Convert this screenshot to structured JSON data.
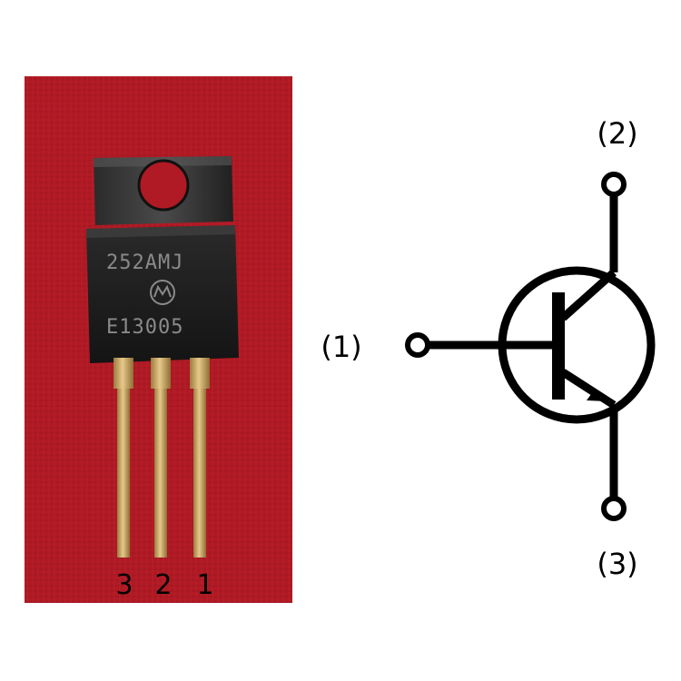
{
  "photo": {
    "marking_line1": "252AMJ",
    "marking_line2": "E13005",
    "pin_numbers": [
      "3",
      "2",
      "1"
    ]
  },
  "schematic": {
    "pin_labels": [
      "(1)",
      "(2)",
      "(3)"
    ]
  },
  "colors": {
    "background": "#ffffff",
    "felt": "#b01a24",
    "tab_metal": "#2a2a2a",
    "package_body": "#1c1c1c",
    "lead_gold": "#c9a15a",
    "symbol_stroke": "#000000"
  }
}
